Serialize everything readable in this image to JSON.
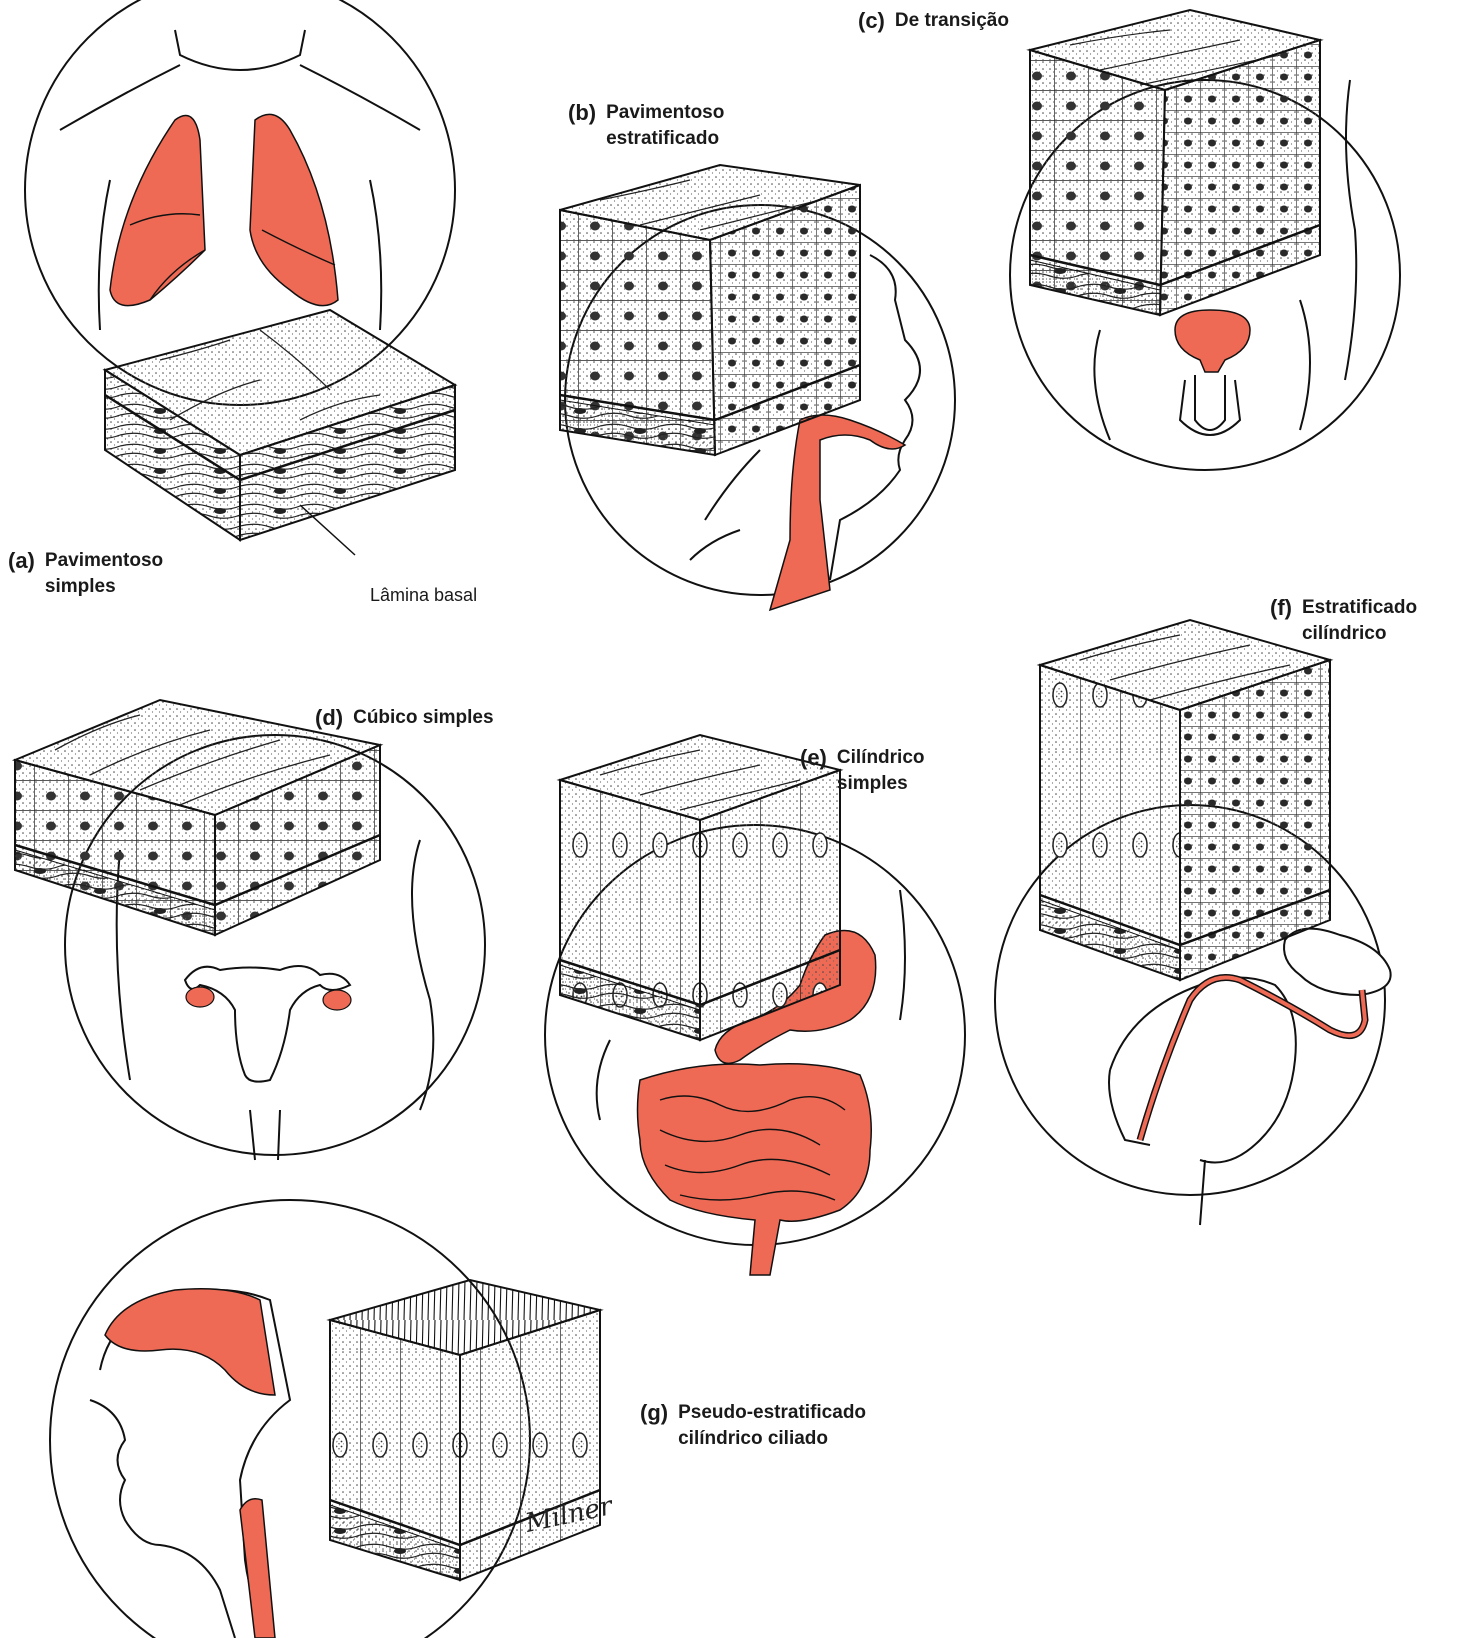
{
  "figure": {
    "organ_color": "#ee6a55",
    "ink_color": "#1a1a1a",
    "panels": [
      {
        "key": "a",
        "letter": "(a)",
        "line1": "Pavimentoso",
        "line2": "simples"
      },
      {
        "key": "b",
        "letter": "(b)",
        "line1": "Pavimentoso",
        "line2": "estratificado"
      },
      {
        "key": "c",
        "letter": "(c)",
        "line1": "De transição",
        "line2": ""
      },
      {
        "key": "d",
        "letter": "(d)",
        "line1": "Cúbico simples",
        "line2": ""
      },
      {
        "key": "e",
        "letter": "(e)",
        "line1": "Cilíndrico",
        "line2": "simples"
      },
      {
        "key": "f",
        "letter": "(f)",
        "line1": "Estratificado",
        "line2": "cilíndrico"
      },
      {
        "key": "g",
        "letter": "(g)",
        "line1": "Pseudo-estratificado",
        "line2": "cilíndrico ciliado"
      }
    ],
    "basal_lamina_label": "Lâmina basal",
    "signature": "Milner"
  }
}
